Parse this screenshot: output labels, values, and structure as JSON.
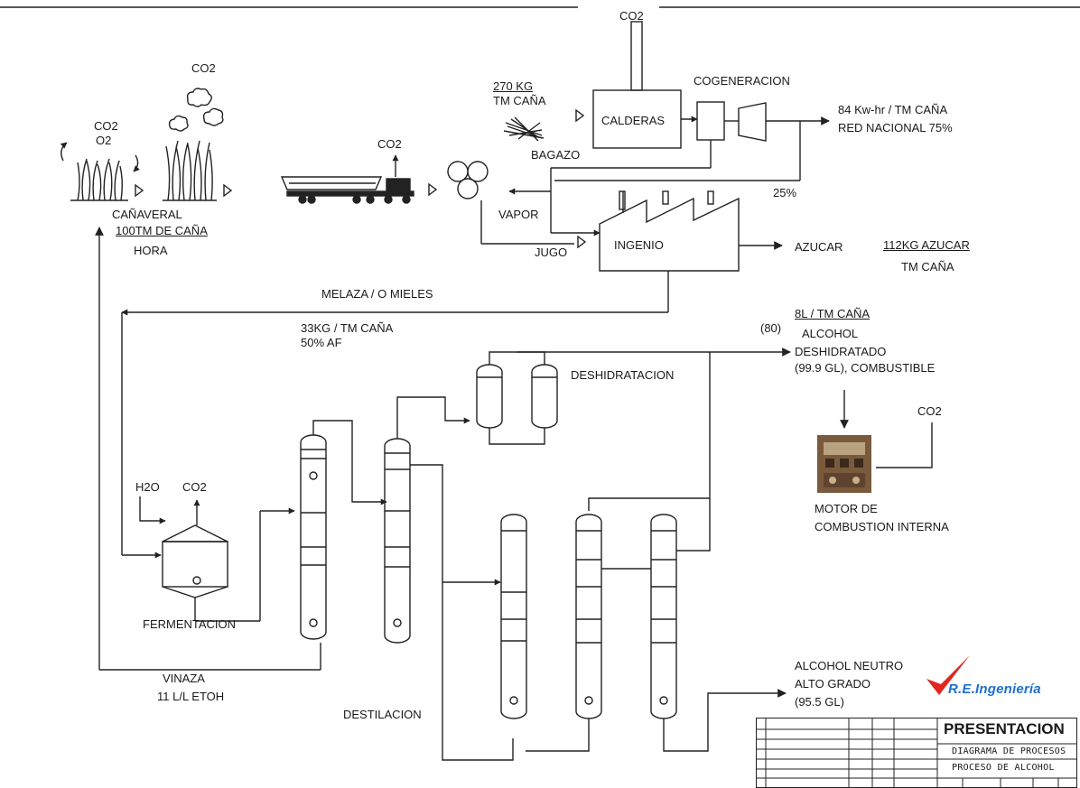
{
  "labels": {
    "co2_chimney": "CO2",
    "co2_field_left": "CO2",
    "o2_field_left": "O2",
    "co2_field_right": "CO2",
    "co2_truck": "CO2",
    "canaveral": "CAÑAVERAL",
    "field_rate": "100TM DE CAÑA",
    "hora": "HORA",
    "bagazo_amount": "270 KG",
    "bagazo_per": "TM CAÑA",
    "bagazo": "BAGAZO",
    "calderas": "CALDERAS",
    "cogeneracion": "COGENERACION",
    "power_rate": "84 Kw-hr / TM CAÑA",
    "red_nacional": "RED NACIONAL 75%",
    "pct25": "25%",
    "vapor": "VAPOR",
    "jugo": "JUGO",
    "ingenio": "INGENIO",
    "azucar": "AZUCAR",
    "azucar_rate": "112KG AZUCAR",
    "azucar_per": "TM CAÑA",
    "melaza": "MELAZA / O MIELES",
    "melaza_rate": "33KG / TM CAÑA",
    "melaza_af": "50% AF",
    "alcohol_rate": "8L / TM CAÑA",
    "eighty": "(80)",
    "alcohol": "ALCOHOL",
    "deshidratado": "DESHIDRATADO",
    "gl999": "(99.9 GL), COMBUSTIBLE",
    "deshidratacion": "DESHIDRATACION",
    "co2_motor": "CO2",
    "motor1": "MOTOR DE",
    "motor2": "COMBUSTION INTERNA",
    "h2o": "H2O",
    "co2_ferm": "CO2",
    "fermentacion": "FERMENTACION",
    "vinaza": "VINAZA",
    "vinaza_rate": "11 L/L ETOH",
    "destilacion": "DESTILACION",
    "alc_neutro1": "ALCOHOL NEUTRO",
    "alc_neutro2": "ALTO GRADO",
    "alc_neutro3": "(95.5 GL)"
  },
  "logo": {
    "text": "R.E.Ingeniería",
    "check_color": "#e0261f",
    "text_color": "#1e6fd0"
  },
  "title_block": {
    "title": "PRESENTACION",
    "subtitle1": "DIAGRAMA DE PROCESOS",
    "subtitle2": "PROCESO DE ALCOHOL"
  },
  "colors": {
    "line": "#222222",
    "engine": "#8a6a4a"
  }
}
